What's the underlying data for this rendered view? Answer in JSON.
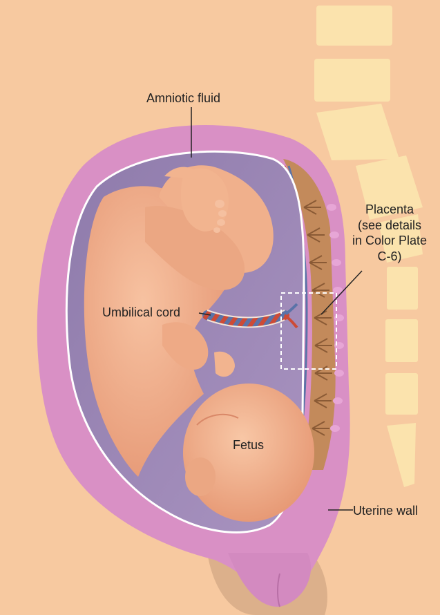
{
  "labels": {
    "amniotic_fluid": "Amniotic fluid",
    "placenta_line1": "Placenta",
    "placenta_line2": "(see details",
    "placenta_line3": "in Color Plate",
    "placenta_line4": "C-6)",
    "umbilical_cord": "Umbilical cord",
    "fetus": "Fetus",
    "uterine_wall": "Uterine wall"
  },
  "colors": {
    "background": "#f7c9a0",
    "vertebrae": "#fbe3ad",
    "uterine_wall": "#d990c5",
    "amniotic_sac": "#9d86b4",
    "fetus_skin": "#f2b48f",
    "placenta": "#c38a5b",
    "artery": "#cc4b37",
    "vein": "#5b73a8"
  }
}
